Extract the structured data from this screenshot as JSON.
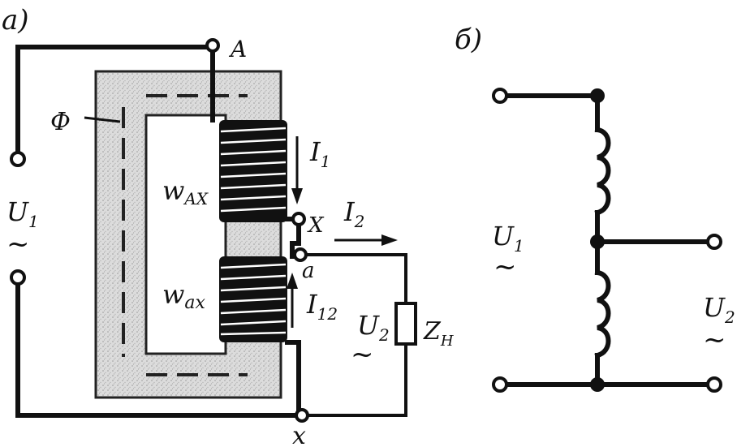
{
  "colors": {
    "ink": "#111111",
    "core_fill": "#d9d9d9",
    "core_stroke": "#222222",
    "paper": "#ffffff"
  },
  "panel_a": {
    "label": "а)",
    "terminal_A": "A",
    "terminal_X": "X",
    "terminal_a": "a",
    "terminal_x": "x",
    "flux": "Ф",
    "w_ax_upper": {
      "base": "w",
      "sub": "AX"
    },
    "w_ax_lower": {
      "base": "w",
      "sub": "ax"
    },
    "I1": {
      "base": "I",
      "sub": "1"
    },
    "I2": {
      "base": "I",
      "sub": "2"
    },
    "I12": {
      "base": "I",
      "sub": "12"
    },
    "U1": {
      "base": "U",
      "sub": "1"
    },
    "U2": {
      "base": "U",
      "sub": "2"
    },
    "tilde": "~",
    "load": {
      "base": "Z",
      "sub": "Н"
    }
  },
  "panel_b": {
    "label": "б)",
    "U1": {
      "base": "U",
      "sub": "1"
    },
    "U2": {
      "base": "U",
      "sub": "2"
    },
    "tilde": "~"
  }
}
